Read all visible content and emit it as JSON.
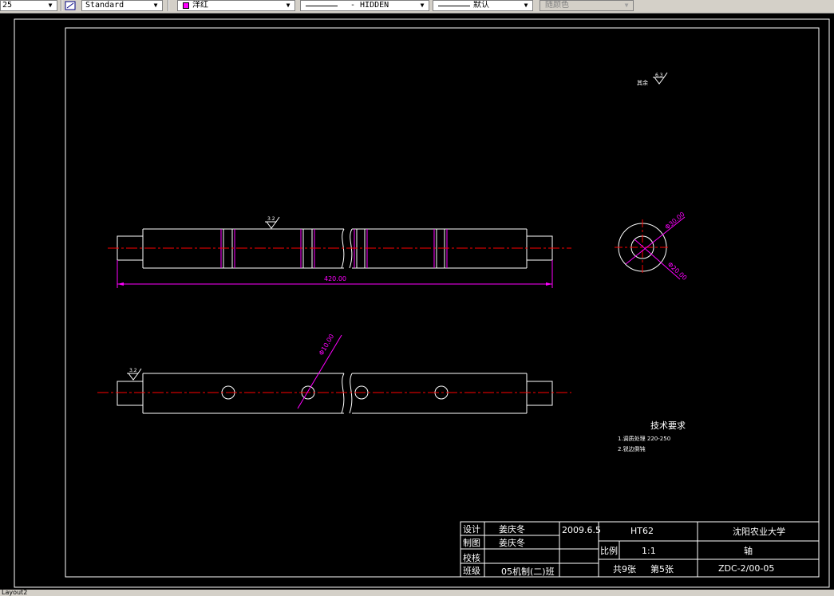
{
  "toolbar": {
    "textheight_value": "25",
    "textstyle_value": "Standard",
    "color_value": "洋红",
    "linetype_value": "- HIDDEN",
    "lineweight_value": "默认",
    "plotstyle_value": "随颜色",
    "magenta": "#ff00ff"
  },
  "drawing": {
    "roughness_note_label": "其余",
    "roughness_note_value": "6.3",
    "top_roughness": "3.2",
    "bottom_roughness": "3.2",
    "length_dim": "420.00",
    "hole_dim": "Φ10.00",
    "outer_dia_dim": "Φ30.00",
    "inner_dia_dim": "Φ20.00",
    "tech_req_title": "技术要求",
    "tech_req_items": [
      "1.调质处理 220-250",
      "2.锐边倒钝"
    ],
    "title_block": {
      "design_label": "设计",
      "draw_label": "制图",
      "check_label": "校核",
      "class_label": "班级",
      "designer": "姜庆冬",
      "drafter": "姜庆冬",
      "date": "2009.6.5",
      "class_name": "05机制(二)班",
      "material": "HT62",
      "scale_label": "比例",
      "scale_value": "1:1",
      "sheets": "共9张",
      "sheet_no": "第5张",
      "school": "沈阳农业大学",
      "part_name": "轴",
      "drawing_no": "ZDC-2/00-05"
    }
  },
  "statusbar": {
    "layout_tab": "Layout2"
  }
}
